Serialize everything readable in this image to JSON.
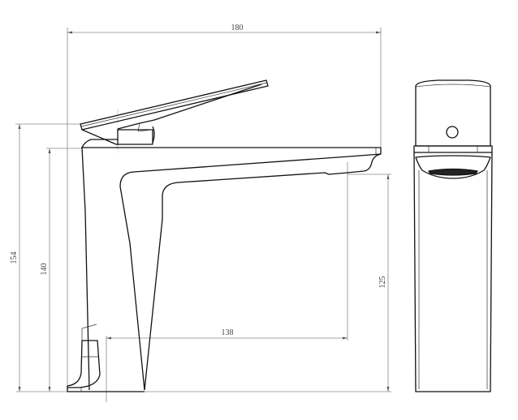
{
  "dimensions": {
    "overall_length": "180",
    "overall_height": "154",
    "body_height": "140",
    "spout_height": "125",
    "spout_reach": "138"
  },
  "colors": {
    "line": "#111111",
    "dimension_line": "#8a8a8a"
  }
}
